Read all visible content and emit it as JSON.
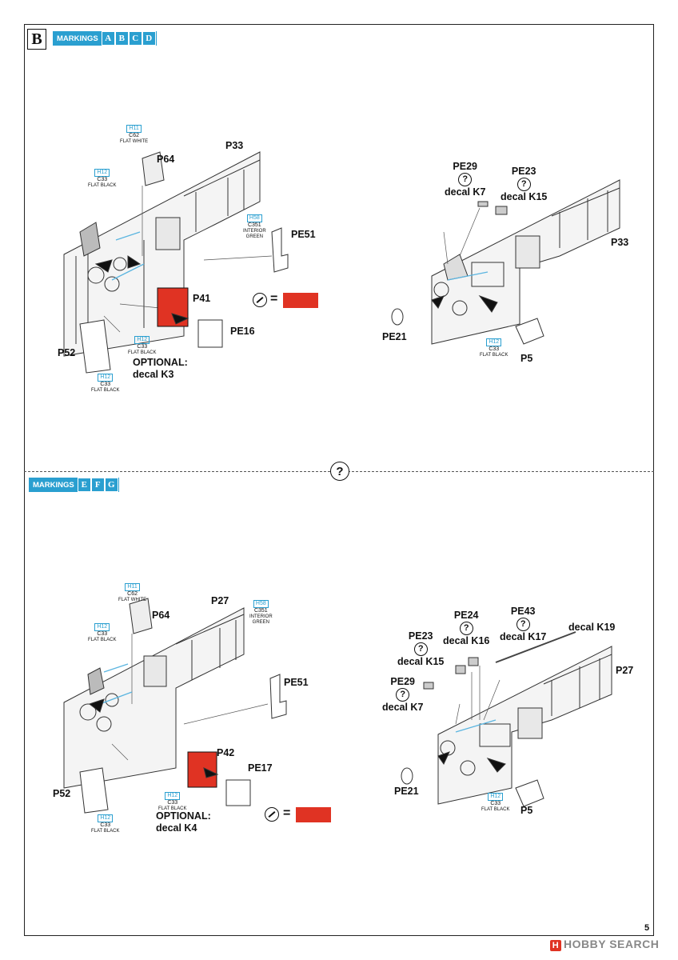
{
  "page": {
    "step": "B",
    "page_number": "5",
    "divider_symbol": "?"
  },
  "top": {
    "markings_label": "MARKINGS",
    "markings_letters": [
      "A",
      "B",
      "C",
      "D"
    ],
    "left": {
      "parts": {
        "P33": "P33",
        "P64": "P64",
        "PE51": "PE51",
        "P41": "P41",
        "PE16": "PE16",
        "P52": "P52"
      },
      "optional": "OPTIONAL:",
      "optional_decal": "decal K3",
      "paints": {
        "h11": {
          "code": "H11",
          "mr": "C62",
          "name": "FLAT WHITE"
        },
        "h12_top": {
          "code": "H12",
          "mr": "C33",
          "name": "FLAT BLACK"
        },
        "h58": {
          "code": "H58",
          "mr": "C351",
          "name1": "INTERIOR",
          "name2": "GREEN"
        },
        "h12_mid": {
          "code": "H12",
          "mr": "C33",
          "name": "FLAT BLACK"
        },
        "h12_bot": {
          "code": "H12",
          "mr": "C33",
          "name": "FLAT BLACK"
        }
      }
    },
    "right": {
      "parts": {
        "PE29": "PE29",
        "PE23": "PE23",
        "P33": "P33",
        "PE21": "PE21",
        "P5": "P5"
      },
      "decal_k7": "decal K7",
      "decal_k15": "decal K15",
      "paint_h12": {
        "code": "H12",
        "mr": "C33",
        "name": "FLAT BLACK"
      }
    },
    "legend_eq": "="
  },
  "bottom": {
    "markings_label": "MARKINGS",
    "markings_letters": [
      "E",
      "F",
      "G"
    ],
    "left": {
      "parts": {
        "P27": "P27",
        "P64": "P64",
        "PE51": "PE51",
        "P42": "P42",
        "PE17": "PE17",
        "P52": "P52"
      },
      "optional": "OPTIONAL:",
      "optional_decal": "decal K4",
      "paints": {
        "h11": {
          "code": "H11",
          "mr": "C62",
          "name": "FLAT WHITE"
        },
        "h12_top": {
          "code": "H12",
          "mr": "C33",
          "name": "FLAT BLACK"
        },
        "h58": {
          "code": "H58",
          "mr": "C351",
          "name1": "INTERIOR",
          "name2": "GREEN"
        },
        "h12_mid": {
          "code": "H12",
          "mr": "C33",
          "name": "FLAT BLACK"
        },
        "h12_bot": {
          "code": "H12",
          "mr": "C33",
          "name": "FLAT BLACK"
        }
      }
    },
    "right": {
      "parts": {
        "PE24": "PE24",
        "PE43": "PE43",
        "PE23": "PE23",
        "PE29": "PE29",
        "P27": "P27",
        "PE21": "PE21",
        "P5": "P5"
      },
      "decal_k16": "decal K16",
      "decal_k17": "decal K17",
      "decal_k19": "decal K19",
      "decal_k15": "decal K15",
      "decal_k7": "decal K7",
      "paint_h12": {
        "code": "H12",
        "mr": "C33",
        "name": "FLAT BLACK"
      }
    },
    "legend_eq": "="
  },
  "colors": {
    "accent": "#2a9fd0",
    "red": "#e03323"
  },
  "watermark": "HOBBY SEARCH"
}
